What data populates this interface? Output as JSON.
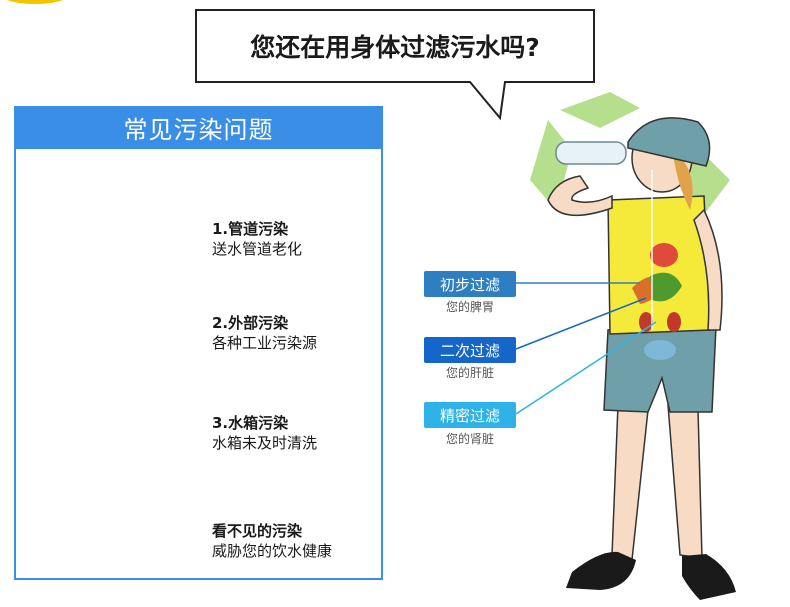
{
  "headline": "您还在用身体过滤污水吗?",
  "panel": {
    "title": "常见污染问题",
    "steps": [
      {
        "title": "1.管道污染",
        "desc": "送水管道老化"
      },
      {
        "title": "2.外部污染",
        "desc": "各种工业污染源"
      },
      {
        "title": "3.水箱污染",
        "desc": "水箱未及时清洗"
      },
      {
        "title": "看不见的污染",
        "desc": "威胁您的饮水健康"
      }
    ]
  },
  "filters": [
    {
      "label": "初步过滤",
      "organ": "您的脾胃",
      "color": "#2e7fc1"
    },
    {
      "label": "二次过滤",
      "organ": "您的肝脏",
      "color": "#1466c9"
    },
    {
      "label": "精密过滤",
      "organ": "您的肾脏",
      "color": "#2fb2e8"
    }
  ],
  "colors": {
    "accent": "#3a8ee6",
    "pipe": "#1e5fa8",
    "arrow": "#2178d0"
  }
}
